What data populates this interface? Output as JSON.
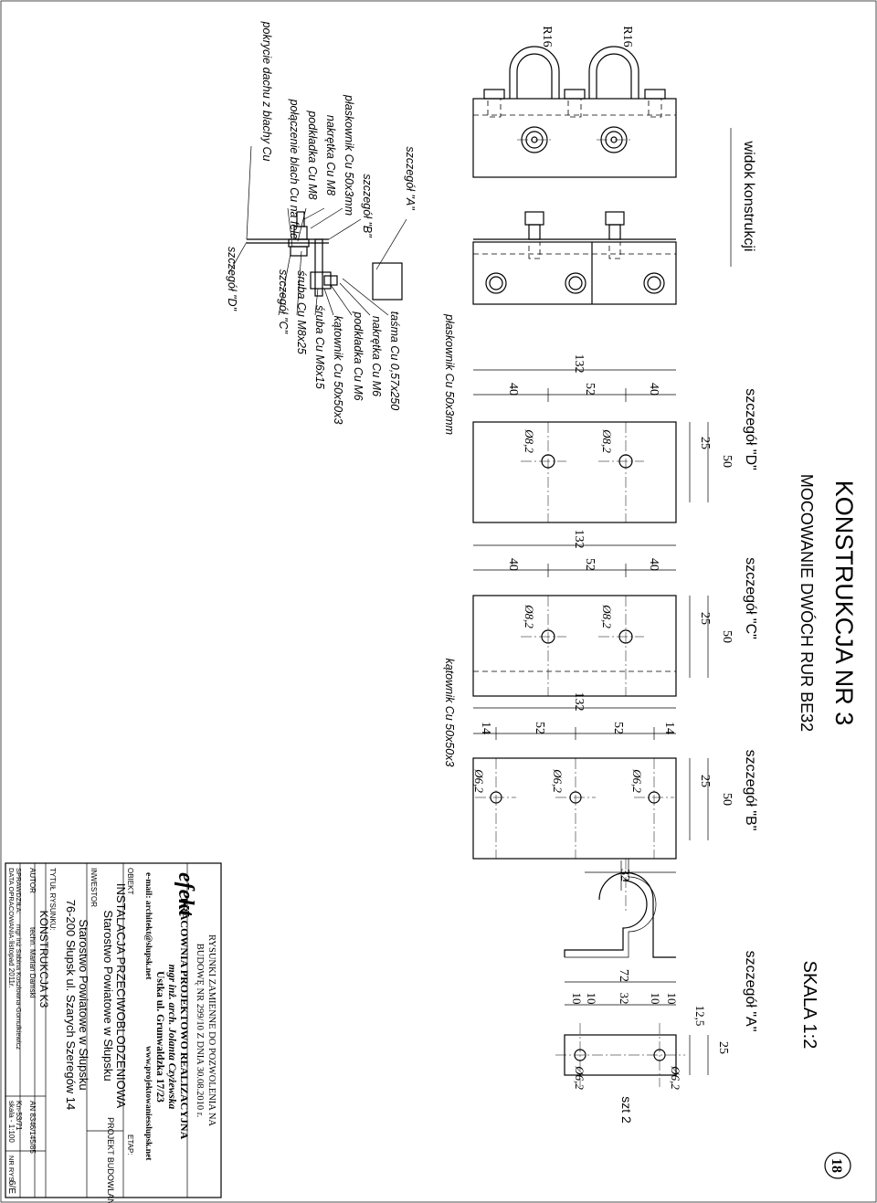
{
  "title": {
    "main": "KONSTRUKCJA NR 3",
    "sub": "MOCOWANIE DWÓCH RUR BE32",
    "scale": "SKALA 1:2",
    "sheet_number": "18"
  },
  "view": {
    "label": "widok konstrukcji",
    "radius_1": "R16",
    "radius_2": "R16",
    "callouts": [
      "szczegół \"A\"",
      "taśma Cu 0,57x250",
      "nakrętka Cu M6",
      "podkładka Cu M6",
      "kątownik Cu 50x50x3",
      "śruba Cu M6x15",
      "szczegół \"B\"",
      "płaskownik Cu 50x3mm",
      "nakrętka Cu M8",
      "podkładka Cu M8",
      "połączenie blach Cu na felc",
      "śruba Cu M8x25",
      "szczegół \"C\"",
      "pokrycie dachu z blachy Cu",
      "szczegół \"D\""
    ]
  },
  "detail_d": {
    "label": "szczegół \"D\"",
    "dims": [
      "132",
      "40",
      "52",
      "40",
      "25",
      "50"
    ],
    "holes": [
      "Ø8,2",
      "Ø8,2"
    ],
    "material": "płaskownik Cu 50x3mm"
  },
  "detail_c": {
    "label": "szczegół \"C\"",
    "dims": [
      "132",
      "40",
      "52",
      "40",
      "25",
      "50"
    ],
    "holes": [
      "Ø8,2",
      "Ø8,2"
    ],
    "material": "kątownik Cu 50x50x3"
  },
  "detail_b": {
    "label": "szczegół \"B\"",
    "dims": [
      "132",
      "14",
      "52",
      "52",
      "14",
      "25",
      "50"
    ],
    "holes": [
      "Ø6,2",
      "Ø6,2",
      "Ø6,2"
    ]
  },
  "detail_a": {
    "label": "szczegół \"A\"",
    "dims": [
      "32",
      "72",
      "10",
      "10",
      "32",
      "10",
      "10",
      "12,5",
      "25"
    ],
    "holes": [
      "Ø6,2",
      "Ø6,2"
    ],
    "piece": "szt 2"
  },
  "title_block": {
    "note_line1": "RYSUNKI ZAMIENNE DO POZWOLENIA NA",
    "note_line2": "BUDOWĘ NR 299/10 Z DNIA 30.08.2010 r.",
    "logo": "efekt",
    "company": "PRACOWNIA PROJEKTOWO REALIZACYJNA",
    "company_person": "mgr inż. arch. Jolanta Czyżewska",
    "company_address": "Ustka ul. Grunwaldzka 17/23",
    "company_email": "e-mail: architekt@slupsk.net",
    "company_www": "www.projektowaniesslupsk.net",
    "object_label": "OBIEKT",
    "object_line1": "INSTALACJA PRZECIWOBLODZENIOWA",
    "object_line2": "Starostwo Powiatowe w Słupsku",
    "stage_label": "ETAP:",
    "stage_value": "PROJEKT BUDOWLANY",
    "investor_label": "INWESTOR",
    "investor_line1": "Starostwo Powiatowe w Słupsku",
    "investor_line2": "76-200 Słupsk ul. Szarych Szeregów 14",
    "drawing_title_label": "TYTUŁ RYSUNKU:",
    "drawing_title": "KONSTRUKCJA K3",
    "author_label": "AUTOR",
    "author": "techn. Marian Damski",
    "author_permit": "AN 8346/145/85",
    "checked_label": "SPRAWDZIŁA:",
    "checked": "mgr inż Sabina Koszłowna-Gomulkiewicz",
    "checked_permit": "Kn-53/71",
    "date_label": "DATA OPRACOWANIA:",
    "date": "listopad 2011r.",
    "scale_label": "skala - 1:100",
    "drawing_no_label": "NR RYS.",
    "drawing_no": "6/E"
  }
}
